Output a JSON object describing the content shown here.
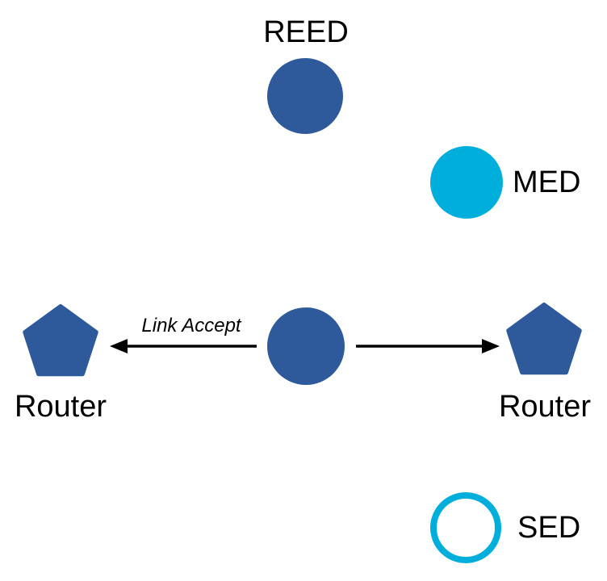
{
  "diagram": {
    "background": "#ffffff",
    "colors": {
      "device_fill": "#2e5a9c",
      "sleepy_fill": "#00aedb",
      "arrow": "#000000",
      "label_text": "#000000"
    },
    "nodes": [
      {
        "id": "reed",
        "label": "REED",
        "shape": "filled-circle",
        "color": "#2e5a9c"
      },
      {
        "id": "med",
        "label": "MED",
        "shape": "filled-circle",
        "color": "#00aedb"
      },
      {
        "id": "center-device",
        "shape": "filled-circle",
        "color": "#2e5a9c"
      },
      {
        "id": "router-left",
        "label": "Router",
        "shape": "pentagon",
        "color": "#2e5a9c"
      },
      {
        "id": "router-right",
        "label": "Router",
        "shape": "pentagon",
        "color": "#2e5a9c"
      },
      {
        "id": "sed",
        "label": "SED",
        "shape": "outlined-circle",
        "color": "#00aedb"
      }
    ],
    "edges": [
      {
        "from": "center-device",
        "to": "router-left",
        "label": "Link Accept",
        "style": "arrow"
      },
      {
        "from": "center-device",
        "to": "router-right",
        "label": "",
        "style": "arrow"
      }
    ]
  }
}
